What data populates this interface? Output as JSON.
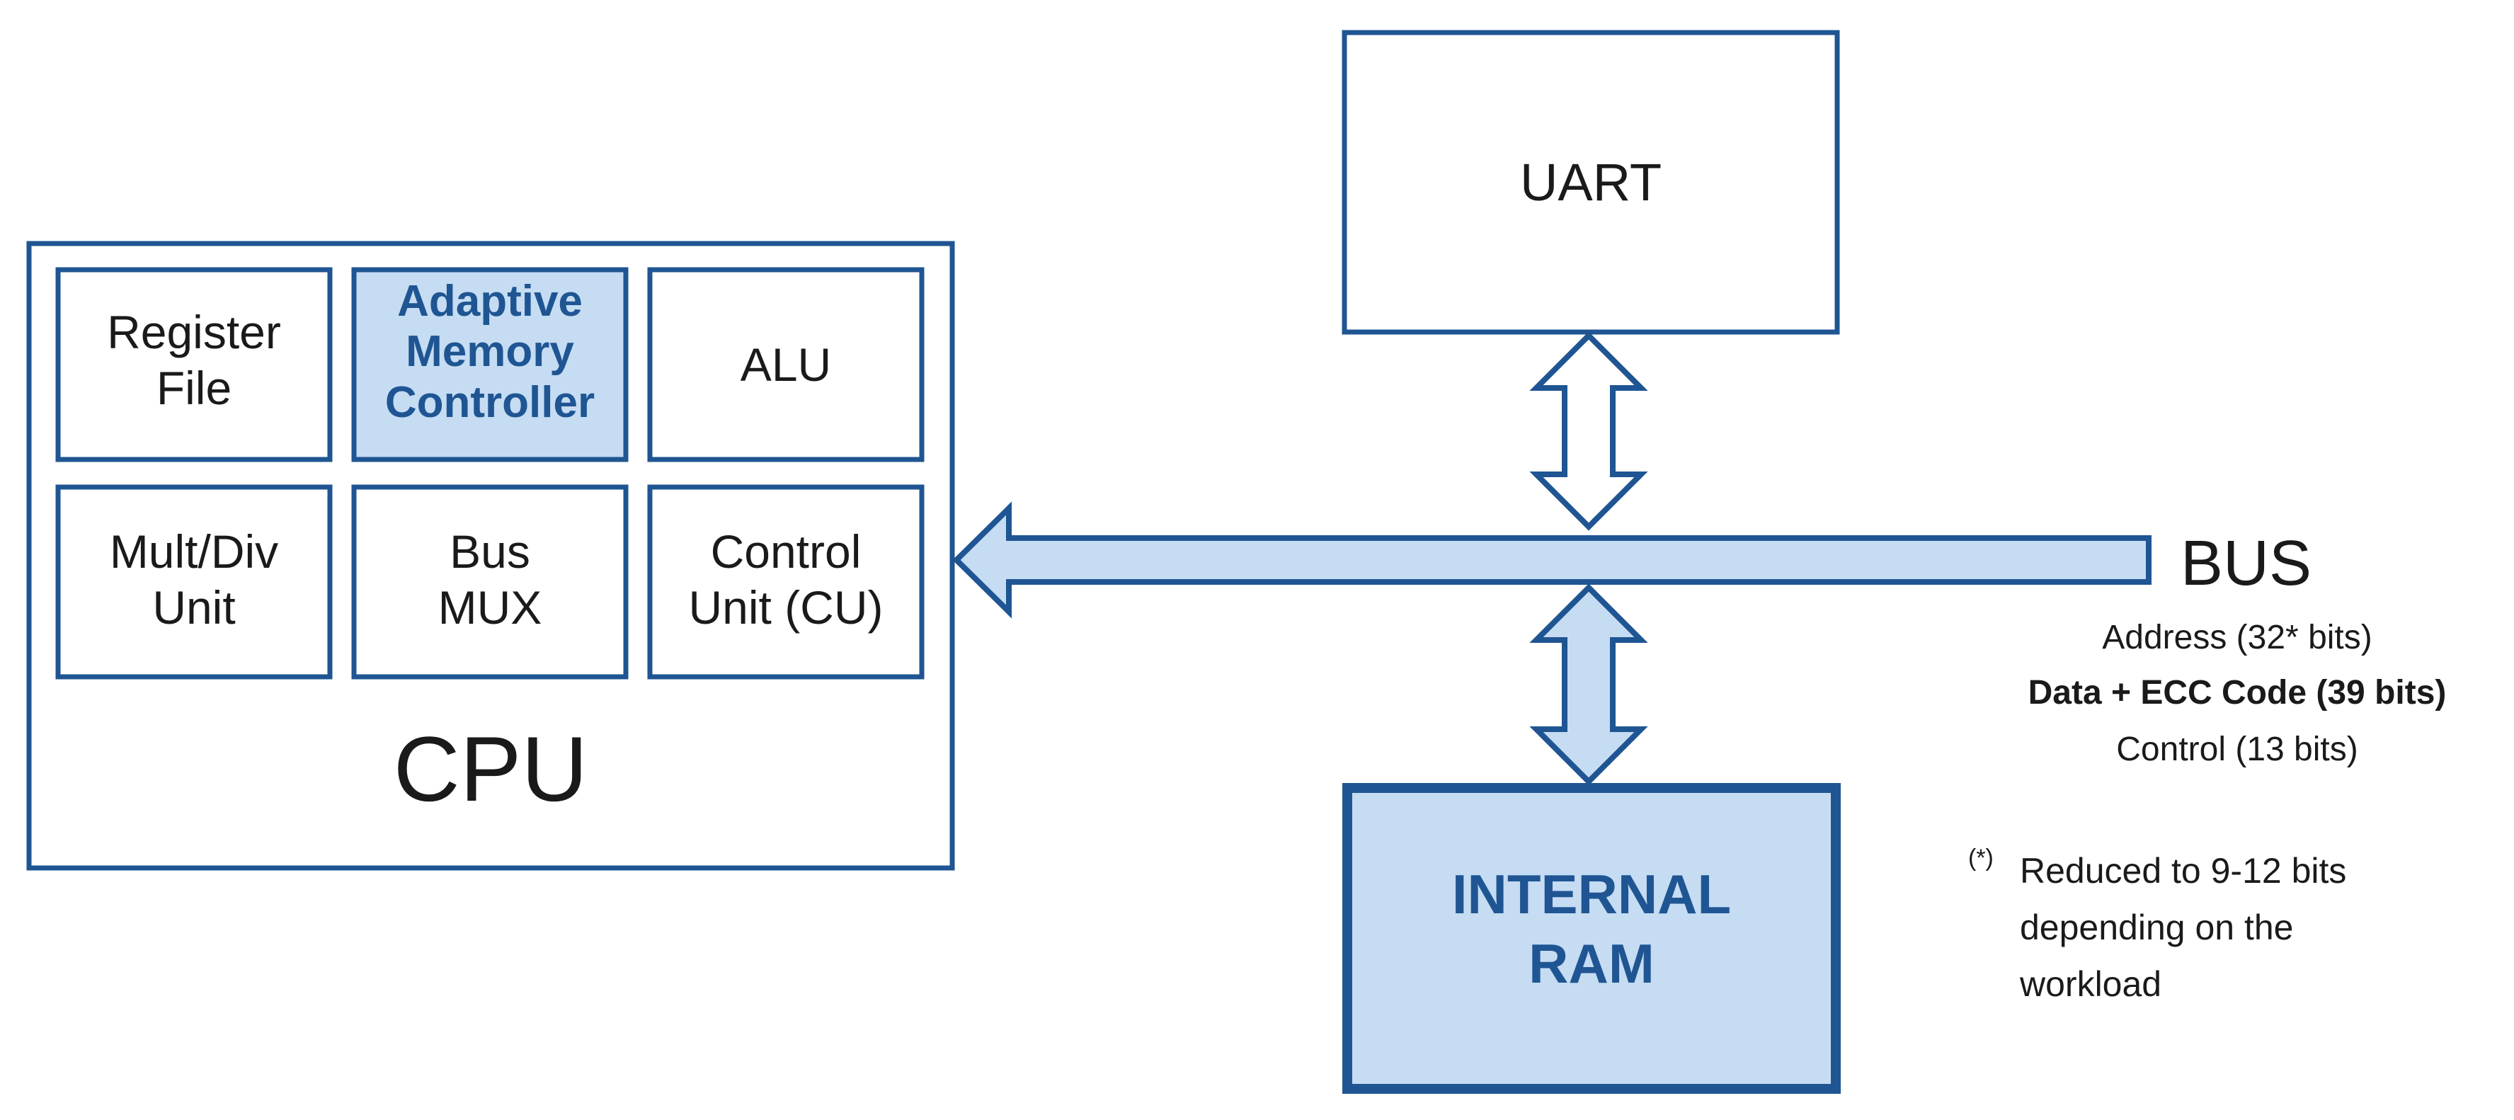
{
  "colors": {
    "stroke": "#1f5592",
    "highlight_fill": "#c5dcf3",
    "text": "#1a1a1a",
    "accent_text": "#1f5592"
  },
  "cpu": {
    "title": "CPU",
    "units": [
      {
        "id": "register-file",
        "label": "Register\nFile"
      },
      {
        "id": "adaptive-memory-controller",
        "label": "Adaptive\nMemory\nController",
        "highlighted": true
      },
      {
        "id": "alu",
        "label": "ALU"
      },
      {
        "id": "mult-div-unit",
        "label": "Mult/Div\nUnit"
      },
      {
        "id": "bus-mux",
        "label": "Bus\nMUX"
      },
      {
        "id": "control-unit",
        "label": "Control\nUnit (CU)"
      }
    ]
  },
  "uart": {
    "label": "UART"
  },
  "internal_ram": {
    "label": "INTERNAL\nRAM"
  },
  "bus": {
    "label": "BUS",
    "signals": [
      {
        "text": "Address (32* bits)",
        "bold": false
      },
      {
        "text": "Data + ECC Code (39 bits)",
        "bold": true
      },
      {
        "text": "Control (13 bits)",
        "bold": false
      }
    ],
    "footnote_marker": "(*)",
    "footnote": "Reduced to 9-12 bits\ndepending on the\nworkload"
  }
}
